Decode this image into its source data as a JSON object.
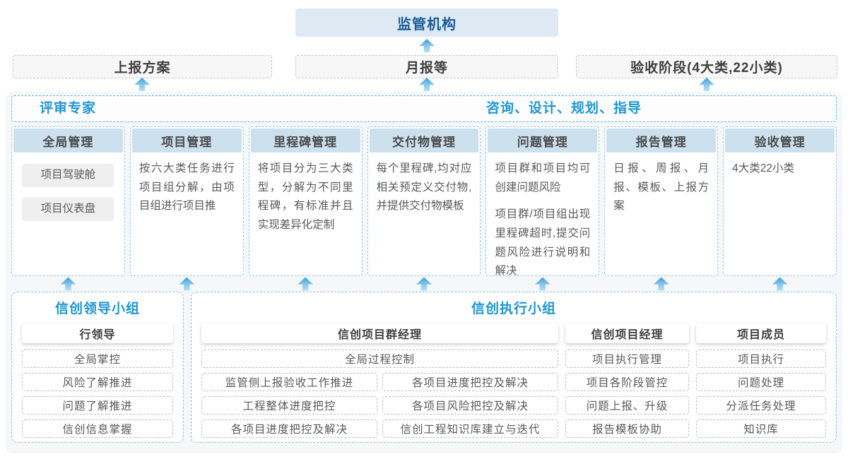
{
  "top": {
    "regulator": "监管机构",
    "boxes": [
      "上报方案",
      "月报等",
      "验收阶段(4大类,22小类)"
    ]
  },
  "expert_bar": {
    "left": "评审专家",
    "right": "咨询、设计、规划、指导"
  },
  "columns": [
    {
      "title": "全局管理",
      "chips": [
        "项目驾驶舱",
        "项目仪表盘"
      ]
    },
    {
      "title": "项目管理",
      "body": "按六大类任务进行项目组分解，由项目组进行项目推"
    },
    {
      "title": "里程碑管理",
      "body": "将项目分为三大类型，分解为不同里程碑，有标准并且实现差异化定制"
    },
    {
      "title": "交付物管理",
      "body": "每个里程碑,均对应相关预定义交付物,并提供交付物模板"
    },
    {
      "title": "问题管理",
      "paragraphs": [
        "项目群和项目均可创建问题风险",
        "项目群/项目组出现里程碑超时,提交问题风险进行说明和解决"
      ]
    },
    {
      "title": "报告管理",
      "body": "日报、周报、月报、模板、上报方案"
    },
    {
      "title": "验收管理",
      "body": "4大类22小类"
    }
  ],
  "groups": {
    "leadership": {
      "title": "信创领导小组",
      "role": "行领导",
      "items": [
        "全局掌控",
        "风险了解推进",
        "问题了解推进",
        "信创信息掌握"
      ]
    },
    "execution": {
      "title": "信创执行小组",
      "program_manager": {
        "role": "信创项目群经理",
        "full_item": "全局过程控制",
        "left_items": [
          "监管侧上报验收工作推进",
          "工程整体进度把控",
          "各项目进度把控及解决"
        ],
        "right_items": [
          "各项目进度把控及解决",
          "各项目风险把控及解决",
          "信创工程知识库建立与迭代"
        ]
      },
      "project_manager": {
        "role": "信创项目经理",
        "items": [
          "项目执行管理",
          "项目各阶段管控",
          "问题上报、升级",
          "报告模板协助"
        ]
      },
      "member": {
        "role": "项目成员",
        "items": [
          "项目执行",
          "问题处理",
          "分派任务处理",
          "知识库"
        ]
      }
    }
  },
  "colors": {
    "title_blue": "#1e96d2",
    "regulator_blue": "#1a5c9c",
    "column_header_bg": "#cce0ee",
    "dashed_blue": "#92c7e8",
    "arrow_blue": "#3e9fd7",
    "container_bg": "#f6f7f8"
  }
}
